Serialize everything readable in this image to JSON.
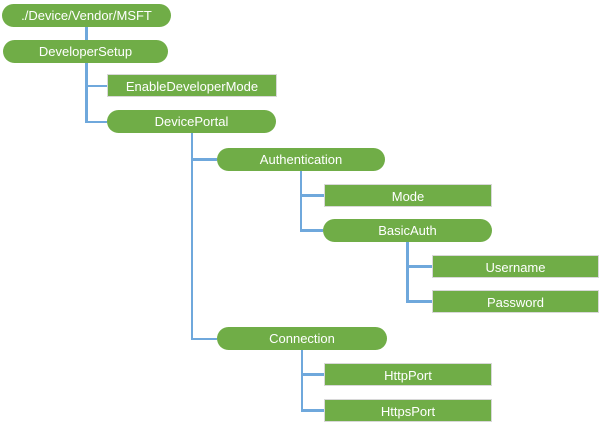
{
  "diagram": {
    "type": "tree",
    "colors": {
      "node_fill": "#70AD47",
      "node_text": "#FFFFFF",
      "connector": "#6FA8DC",
      "rect_border": "#D8D8D8",
      "background": "#FFFFFF"
    },
    "nodes": [
      {
        "id": "root",
        "label": "./Device/Vendor/MSFT",
        "shape": "rounded",
        "parent": null
      },
      {
        "id": "developer-setup",
        "label": "DeveloperSetup",
        "shape": "rounded",
        "parent": "root"
      },
      {
        "id": "enable-developer-mode",
        "label": "EnableDeveloperMode",
        "shape": "rect",
        "parent": "developer-setup"
      },
      {
        "id": "device-portal",
        "label": "DevicePortal",
        "shape": "rounded",
        "parent": "developer-setup"
      },
      {
        "id": "authentication",
        "label": "Authentication",
        "shape": "rounded",
        "parent": "device-portal"
      },
      {
        "id": "mode",
        "label": "Mode",
        "shape": "rect",
        "parent": "authentication"
      },
      {
        "id": "basic-auth",
        "label": "BasicAuth",
        "shape": "rounded",
        "parent": "authentication"
      },
      {
        "id": "username",
        "label": "Username",
        "shape": "rect",
        "parent": "basic-auth"
      },
      {
        "id": "password",
        "label": "Password",
        "shape": "rect",
        "parent": "basic-auth"
      },
      {
        "id": "connection",
        "label": "Connection",
        "shape": "rounded",
        "parent": "device-portal"
      },
      {
        "id": "http-port",
        "label": "HttpPort",
        "shape": "rect",
        "parent": "connection"
      },
      {
        "id": "https-port",
        "label": "HttpsPort",
        "shape": "rect",
        "parent": "connection"
      }
    ]
  }
}
